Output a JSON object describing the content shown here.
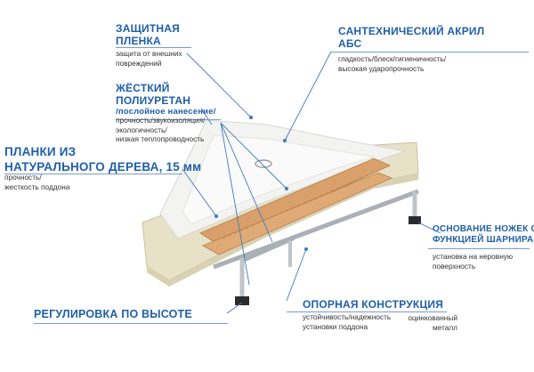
{
  "colors": {
    "heading": "#1f5fa8",
    "text": "#333333",
    "leader": "#3f7ac0",
    "acrylic": "#f3f3f1",
    "polyurethane": "#e6e1c7",
    "wood": "#d9a06b",
    "metal": "#bfc4c9"
  },
  "callouts": {
    "film": {
      "title": "ЗАЩИТНАЯ ПЛЕНКА",
      "line1": "ЗАЩИТНАЯ",
      "line2": "ПЛЕНКА",
      "desc1": "защита от внешних",
      "desc2": "повреждений"
    },
    "acrylic": {
      "title": "САНТЕХНИЧЕСКИЙ АКРИЛ АБС",
      "line1": "САНТЕХНИЧЕСКИЙ АКРИЛ",
      "line2": "АБС",
      "desc1": "гладкость/блеск/гигиеничность/",
      "desc2": "высокая ударопрочность"
    },
    "polyurethane": {
      "title": "ЖЁСТКИЙ ПОЛИУРЕТАН /послойное нанесение/",
      "line1": "ЖЁСТКИЙ",
      "line2": "ПОЛИУРЕТАН",
      "line3": "/послойное нанесение/",
      "desc1": "прочность/звукоизоляция/",
      "desc2": "экологичность/",
      "desc3": "низкая теплопроводность"
    },
    "wood": {
      "title": "ПЛАНКИ ИЗ НАТУРАЛЬНОГО ДЕРЕВА, 15 мм",
      "line1": "ПЛАНКИ ИЗ",
      "line2": "НАТУРАЛЬНОГО ДЕРЕВА, 15 мм",
      "desc1": "прочность/",
      "desc2": "жесткость поддона"
    },
    "hinge": {
      "title": "ОСНОВАНИЕ НОЖЕК С ФУНКЦИЕЙ ШАРНИРА",
      "line1": "ОСНОВАНИЕ НОЖЕК С",
      "line2": "ФУНКЦИЕЙ ШАРНИРА",
      "desc1": "установка на неровную",
      "desc2": "поверхность"
    },
    "support": {
      "title": "ОПОРНАЯ КОНСТРУКЦИЯ",
      "desc1": "устойчивость/надежность",
      "desc2": "установки поддона",
      "note1": "оцинкованный",
      "note2": "металл"
    },
    "height": {
      "title": "РЕГУЛИРОВКА ПО ВЫСОТЕ"
    }
  }
}
